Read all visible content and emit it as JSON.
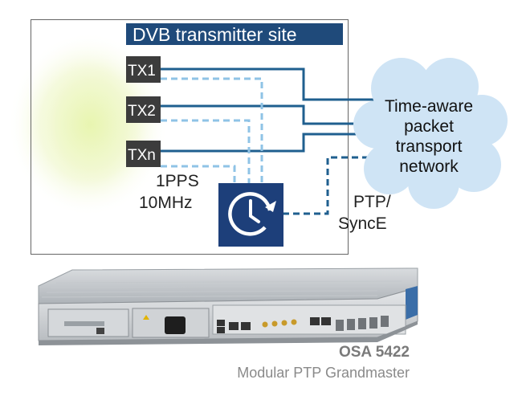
{
  "diagram": {
    "site_title": "DVB transmitter site",
    "transmitters": [
      "TX1",
      "TX2",
      "TXn"
    ],
    "clock_labels": {
      "line1": "1PPS",
      "line2": "10MHz"
    },
    "cloud_text": [
      "Time-aware",
      "packet",
      "transport",
      "network"
    ],
    "link_labels": {
      "line1": "PTP/",
      "line2": "SyncE"
    },
    "clock_icon": "clock-sync-icon",
    "colors": {
      "solid_link": "#1f5f8f",
      "dashed_link": "#8fc3e6",
      "title_bg": "#1f4a7a",
      "cloud": "#cfe4f5",
      "clock_bg": "#1d3f7a"
    }
  },
  "product": {
    "model": "OSA 5422",
    "description": "Modular PTP Grandmaster"
  }
}
